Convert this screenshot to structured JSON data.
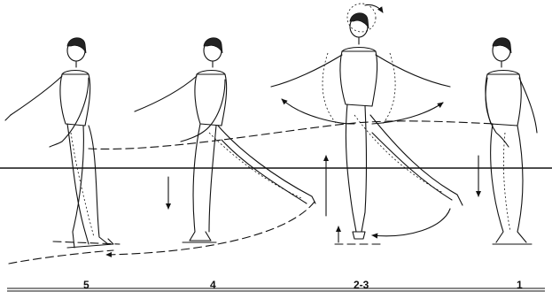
{
  "figure": {
    "steps": [
      {
        "id": "step-5",
        "label": "5"
      },
      {
        "id": "step-4",
        "label": "4"
      },
      {
        "id": "step-2-3",
        "label": "2-3"
      },
      {
        "id": "step-1",
        "label": "1"
      }
    ]
  }
}
